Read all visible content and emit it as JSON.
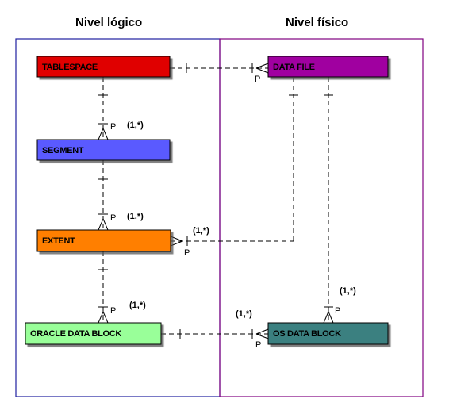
{
  "headings": {
    "logical": "Nivel lógico",
    "physical": "Nivel físico"
  },
  "entities": {
    "tablespace": {
      "label": "TABLESPACE",
      "color": "#e00000"
    },
    "segment": {
      "label": "SEGMENT",
      "color": "#5a5aff"
    },
    "extent": {
      "label": "EXTENT",
      "color": "#ff7f00"
    },
    "oracle_block": {
      "label": "ORACLE DATA BLOCK",
      "color": "#99ff99"
    },
    "datafile": {
      "label": "DATA FILE",
      "color": "#a000a0"
    },
    "os_block": {
      "label": "OS DATA BLOCK",
      "color": "#3a8080"
    }
  },
  "colors": {
    "logical_border": "#2020a0",
    "physical_border": "#800080"
  },
  "cardinality": {
    "segment": "(1,*)",
    "extent": "(1,*)",
    "oracle_block": "(1,*)",
    "extent_datafile": "(1,*)",
    "os_block_oracle": "(1,*)",
    "os_block_datafile": "(1,*)"
  },
  "marker": "P"
}
